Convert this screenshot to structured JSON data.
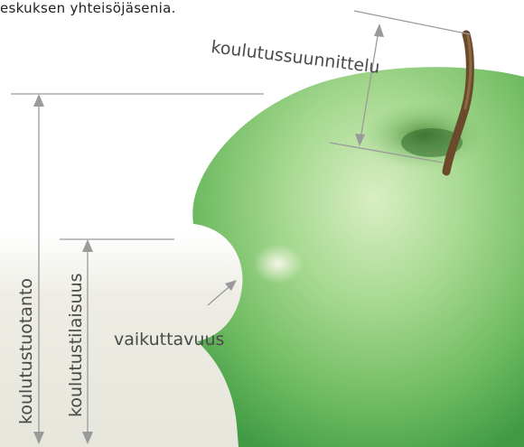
{
  "top_text": "eskuksen yhteisöjäsenia.",
  "labels": {
    "planning": "koulutussuunnittelu",
    "production": "koulutustuotanto",
    "quality": "koulutustilaisuus",
    "impact": "vaikuttavuus"
  },
  "colors": {
    "apple_light": "#cfe8b8",
    "apple_mid": "#8fce7a",
    "apple_dark": "#3f9a43",
    "stem": "#6b4a2b",
    "arrow": "#9a9a9a",
    "text": "#4a4a4a",
    "band": "#ecebe2"
  }
}
